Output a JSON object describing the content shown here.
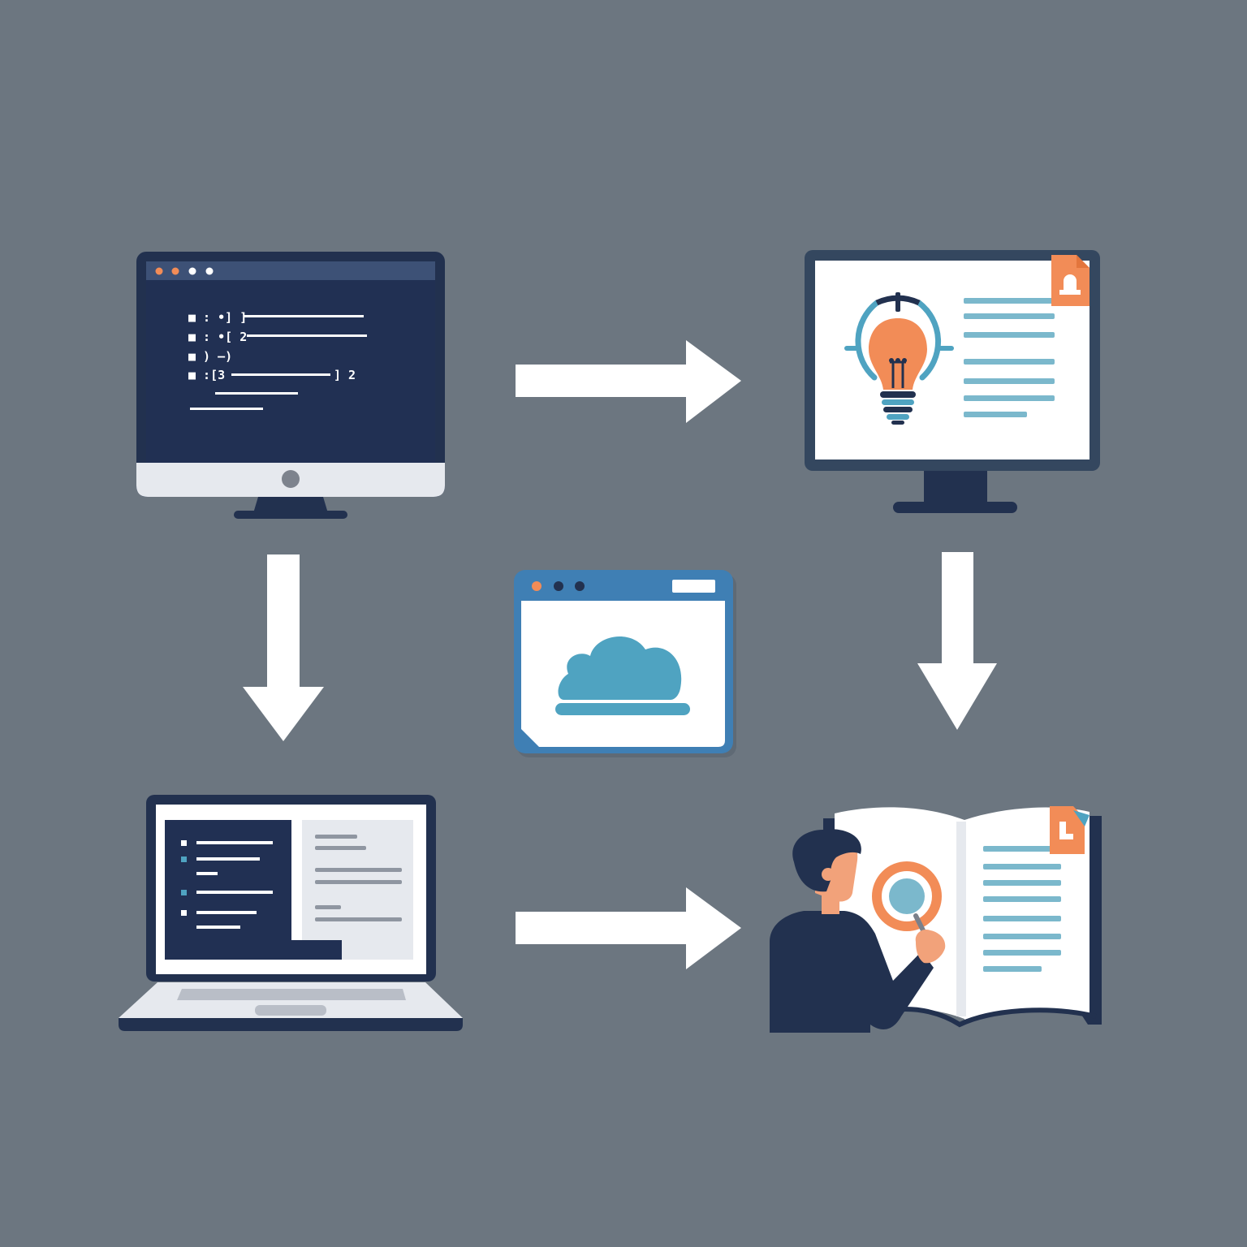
{
  "colors": {
    "background": "#6c7680",
    "navy": "#22314f",
    "screen_dark": "#213053",
    "window_bar": "#3d5176",
    "white": "#ffffff",
    "light_gray": "#e6e9ee",
    "mid_gray": "#b9bec7",
    "orange": "#f28c57",
    "orange_dark": "#e3753d",
    "teal": "#4fa3c1",
    "teal_light": "#7bb8cc",
    "blue_frame": "#3f7fb4",
    "skin": "#f2a27a"
  },
  "code_glyphs": {
    "line1": "■ : •] ]",
    "line2": "■ : •[ 2",
    "line3": "■ ) —)",
    "line4": "■ :[3",
    "line4_suffix": "] 2"
  },
  "icons": {
    "code_monitor": "desktop-monitor-code-icon",
    "idea_monitor": "monitor-lightbulb-document-icon",
    "cloud_window": "browser-window-cloud-icon",
    "laptop": "laptop-split-editor-icon",
    "reader": "person-reading-book-magnifier-icon",
    "arrows": "flow-arrow-icon"
  }
}
